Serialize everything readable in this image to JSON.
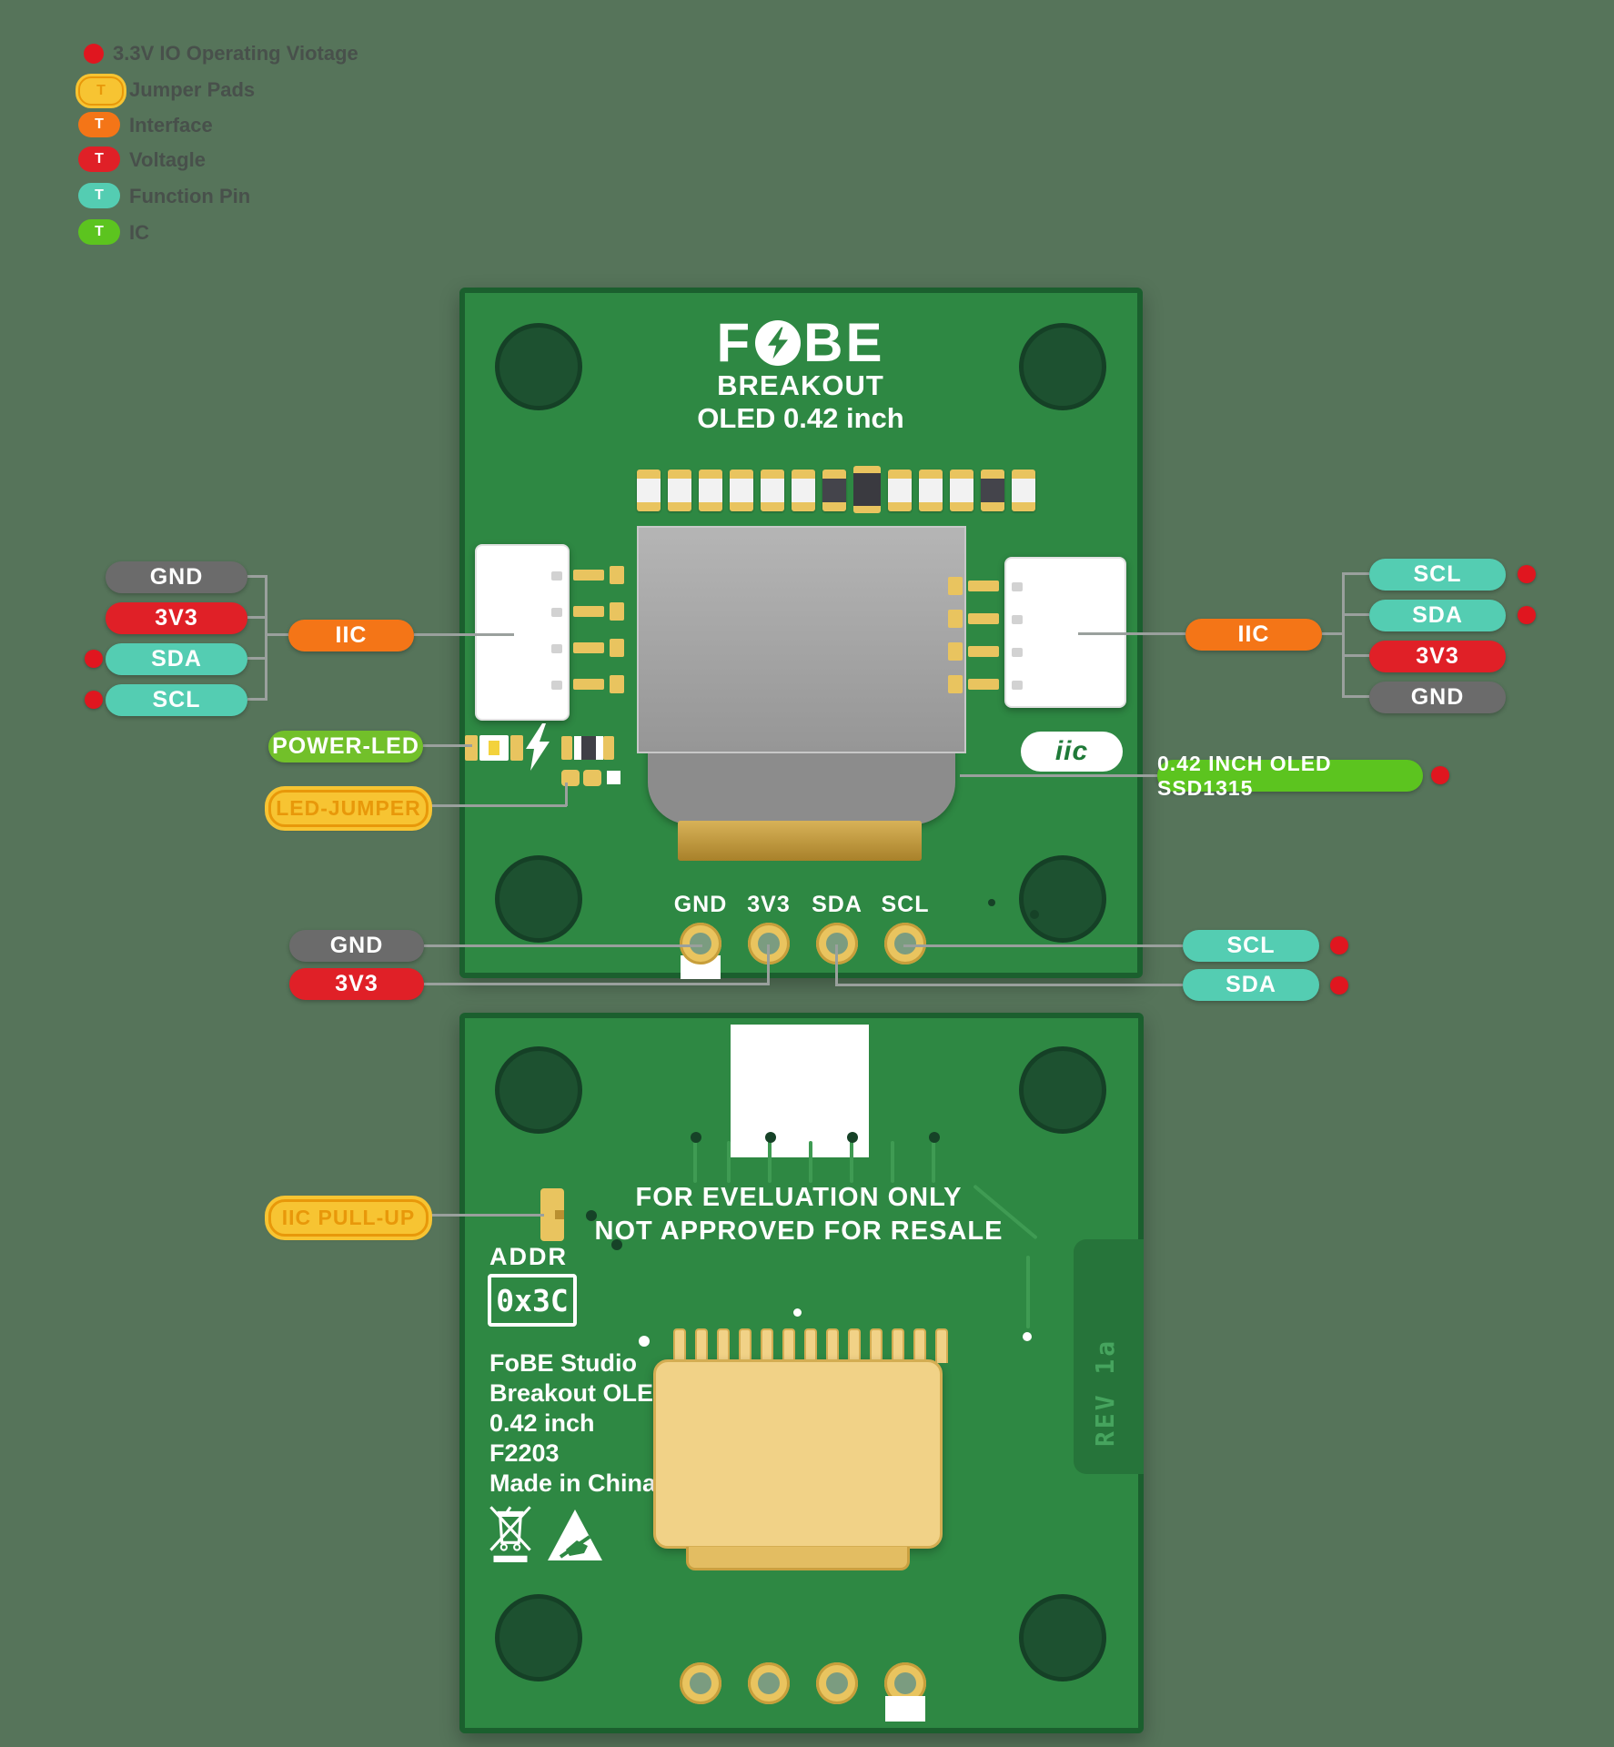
{
  "colors": {
    "page_bg": "#56745a",
    "pcb": "#2e8843",
    "pcb_edge": "#1b5f2e",
    "hole": "#1d5130",
    "hole_edge": "#154026",
    "teal": "#54cdb2",
    "red": "#e02027",
    "gray": "#6b6b6b",
    "orange": "#f47517",
    "power_green": "#72c02a",
    "bright_green": "#5cc41f",
    "yellow": "#f7c432",
    "yellow_accent": "#e8980a",
    "dot_red": "#e0161f",
    "line": "#9aa09d",
    "gold": "#e9c45f",
    "gold_dark": "#c79e3b",
    "conn_gold": "#f1d287",
    "conn_gold_edge": "#d4ad52",
    "oled_glass": "#a4a4a4",
    "oled_bezel": "#8c8c8c",
    "trace": "#3f9b53",
    "via_dark": "#164227",
    "rev_panel": "#26743a",
    "rev_text": "#46a45e",
    "silk": "#ffffff",
    "legend_text": "#48504b"
  },
  "legend": {
    "item1": {
      "label": "3.3V IO Operating Viotage"
    },
    "item2": {
      "marker": "T",
      "label": "Jumper Pads"
    },
    "item3": {
      "marker": "T",
      "label": "Interface"
    },
    "item4": {
      "marker": "T",
      "label": "Voltagle"
    },
    "item5": {
      "marker": "T",
      "label": "Function Pin"
    },
    "item6": {
      "marker": "T",
      "label": "IC"
    }
  },
  "front": {
    "logo_f": "F",
    "logo_be": "BE",
    "title1": "BREAKOUT",
    "title2": "OLED 0.42 inch",
    "iic_chip": "iic",
    "silk": {
      "p1": "GND",
      "p2": "3V3",
      "p3": "SDA",
      "p4": "SCL"
    }
  },
  "callouts": {
    "left": {
      "pin1": "GND",
      "pin2": "3V3",
      "pin3": "SDA",
      "pin4": "SCL",
      "iic": "IIC"
    },
    "right": {
      "pin1": "SCL",
      "pin2": "SDA",
      "pin3": "3V3",
      "pin4": "GND",
      "iic": "IIC"
    },
    "power_led": "POWER-LED",
    "led_jumper": "LED-JUMPER",
    "oled": "0.42 INCH OLED SSD1315",
    "bottom_left": {
      "pin1": "GND",
      "pin2": "3V3"
    },
    "bottom_right": {
      "pin1": "SCL",
      "pin2": "SDA"
    },
    "iic_pullup": "IIC PULL-UP"
  },
  "back": {
    "warning1": "FOR EVELUATION ONLY",
    "warning2": "NOT APPROVED FOR RESALE",
    "addr_label": "ADDR",
    "addr_value": "0x3C",
    "info1": "FoBE Studio",
    "info2": "Breakout OLED",
    "info3": "0.42 inch",
    "info4": "F2203",
    "info5": "Made in China",
    "rev": "REV 1a"
  }
}
